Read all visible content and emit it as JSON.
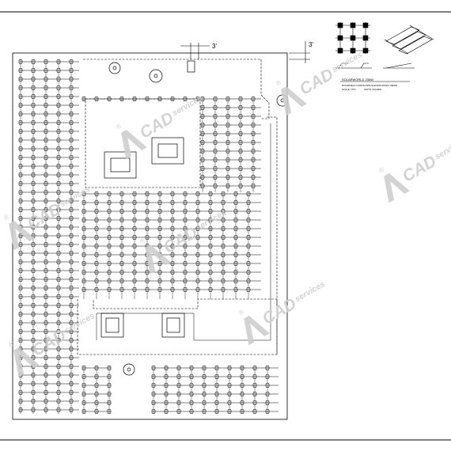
{
  "drawing": {
    "dimension_left": "3'",
    "dimension_right": "3'"
  },
  "title_block": {
    "title": "SOLARWORLD 230W",
    "subtitle": "DOORFIELD LANDSCAPE ELEVATION/ISO VIEWS",
    "scale_label": "SCALE: NTS",
    "units_label": "UNITS: INCHES"
  },
  "watermark": {
    "brand": "CAD",
    "suffix": "services",
    "registered": "®"
  },
  "colors": {
    "line": "#000000",
    "watermark": "#cfcfcf"
  }
}
